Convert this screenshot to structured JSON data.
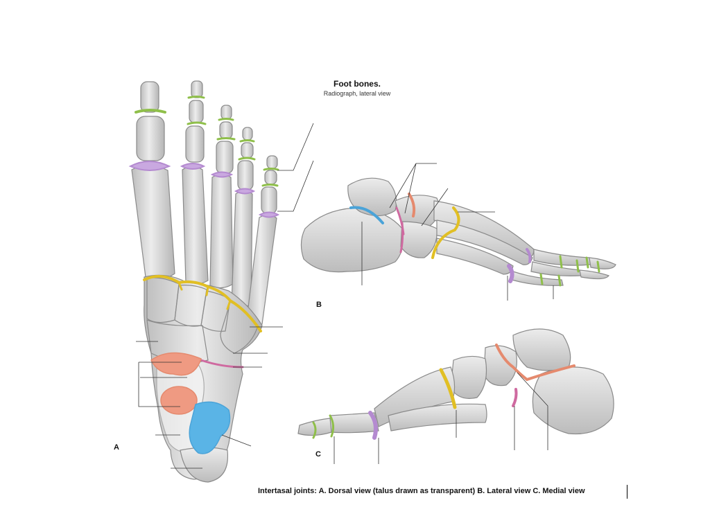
{
  "figure": {
    "title": "Foot bones.",
    "subtitle": "Radiograph, lateral view",
    "views": [
      {
        "id": "A",
        "label": "A"
      },
      {
        "id": "B",
        "label": "B"
      },
      {
        "id": "C",
        "label": "C"
      }
    ],
    "caption": "Intertasal joints: A. Dorsal view (talus drawn as transparent)  B. Lateral view  C. Medial view"
  },
  "colors": {
    "bone_fill": "#dcdcdc",
    "bone_stroke": "#8a8a8a",
    "interphalangeal_joint": "#8fbf4a",
    "metatarsophalangeal_joint": "#b48ad0",
    "tarsometatarsal_joint": "#e1bf24",
    "talocalcaneonavicular_joint": "#e58a6e",
    "subtalar_joint": "#4aa3d8",
    "calcaneocuboid_joint": "#cf6aa0",
    "leader_line": "#333333"
  }
}
